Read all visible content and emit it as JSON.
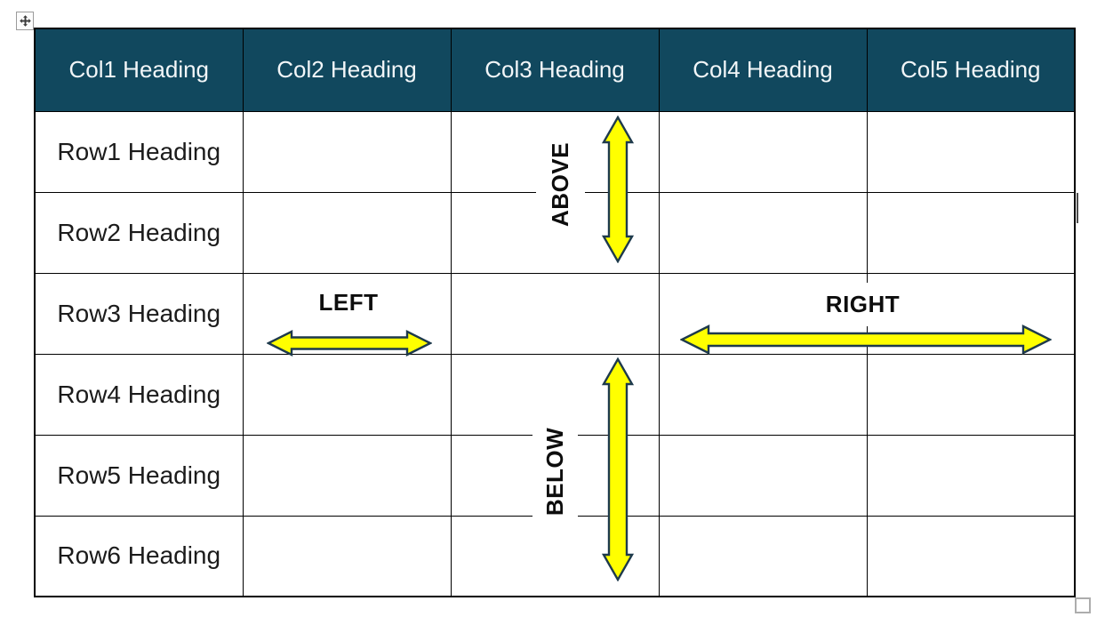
{
  "table": {
    "columns": [
      "Col1 Heading",
      "Col2 Heading",
      "Col3 Heading",
      "Col4 Heading",
      "Col5 Heading"
    ],
    "row_headings": [
      "Row1 Heading",
      "Row2 Heading",
      "Row3 Heading",
      "Row4 Heading",
      "Row5 Heading",
      "Row6 Heading"
    ]
  },
  "labels": {
    "above": "ABOVE",
    "below": "BELOW",
    "left": "LEFT",
    "right": "RIGHT"
  },
  "colors": {
    "header_bg": "#11485E",
    "header_text": "#F2F6F8",
    "rowhead_bg": "#C6E4F3",
    "cell_text": "#1B1B1B",
    "neighbor_gray": "#BFBFBF",
    "selected_green": "#8CD973",
    "arrow_fill": "#FFFF00",
    "arrow_outline": "#1E3A4C",
    "table_border": "#000000",
    "handle_border": "#ADADAD",
    "caret": "#4A4A4A"
  },
  "icons": {
    "table_move": "four-way-move-arrow",
    "table_resize": "resize-square",
    "above_arrow": "vertical-double-arrow",
    "below_arrow": "vertical-double-arrow",
    "left_arrow": "horizontal-double-arrow",
    "right_arrow": "horizontal-double-arrow"
  }
}
